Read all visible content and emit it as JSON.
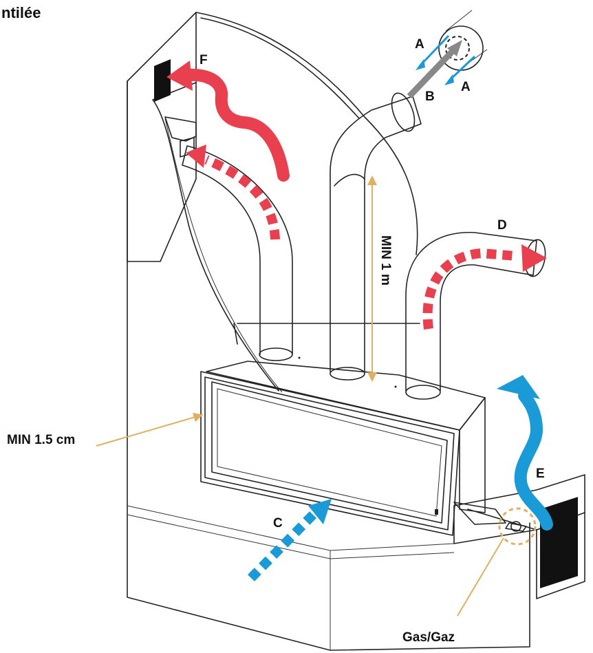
{
  "title_fragment": "ntilée",
  "labels": {
    "a_top": "A",
    "a_bottom": "A",
    "b": "B",
    "c": "C",
    "d": "D",
    "e": "E",
    "f": "F",
    "min_height": "MIN 1 m",
    "min_clearance": "MIN 1.5 cm",
    "gas": "Gas/Gaz"
  },
  "colors": {
    "hot_air": "#e8404f",
    "cool_air": "#1a9ad6",
    "dimension": "#e0b060",
    "outline": "#222222",
    "vent": "#111111"
  }
}
